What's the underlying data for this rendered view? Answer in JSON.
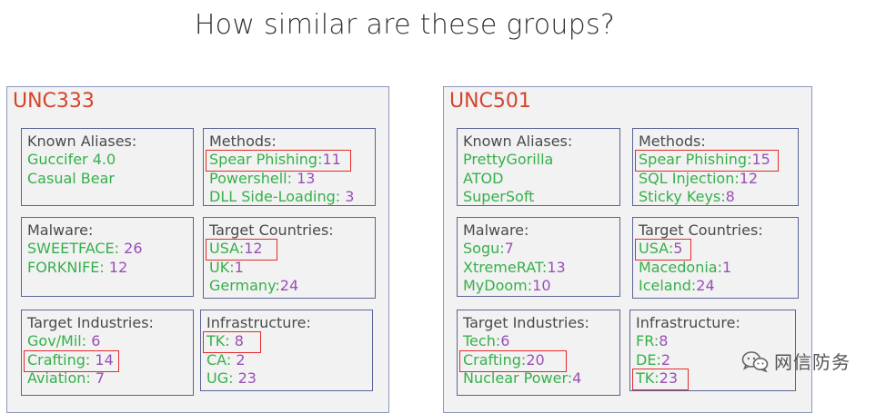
{
  "title": "How similar are these groups?",
  "groups": [
    {
      "name": "UNC333",
      "aliases": {
        "title": "Known Aliases:",
        "items": [
          "Guccifer 4.0",
          "Casual Bear"
        ]
      },
      "methods": {
        "title": "Methods:",
        "items": [
          {
            "name": "Spear Phishing",
            "sep": ":",
            "value": "11"
          },
          {
            "name": "Powershell",
            "sep": ": ",
            "value": "13"
          },
          {
            "name": "DLL Side-Loading",
            "sep": ": ",
            "value": "3"
          }
        ]
      },
      "malware": {
        "title": "Malware:",
        "items": [
          {
            "name": "SWEETFACE",
            "sep": ": ",
            "value": "26"
          },
          {
            "name": "FORKNIFE",
            "sep": ": ",
            "value": "12"
          }
        ]
      },
      "countries": {
        "title": "Target Countries:",
        "items": [
          {
            "name": "USA",
            "sep": ":",
            "value": "12"
          },
          {
            "name": "UK",
            "sep": ":",
            "value": "1"
          },
          {
            "name": "Germany",
            "sep": ":",
            "value": "24"
          }
        ]
      },
      "industries": {
        "title": "Target Industries:",
        "items": [
          {
            "name": "Gov/Mil",
            "sep": ": ",
            "value": "6"
          },
          {
            "name": "Crafting",
            "sep": ": ",
            "value": "14"
          },
          {
            "name": "Aviation",
            "sep": ": ",
            "value": "7"
          }
        ]
      },
      "infrastructure": {
        "title": "Infrastructure:",
        "items": [
          {
            "name": "TK",
            "sep": ": ",
            "value": "8"
          },
          {
            "name": "CA",
            "sep": ": ",
            "value": "2"
          },
          {
            "name": "UG",
            "sep": ": ",
            "value": "23"
          }
        ]
      }
    },
    {
      "name": "UNC501",
      "aliases": {
        "title": "Known Aliases:",
        "items": [
          "PrettyGorilla",
          "ATOD",
          "SuperSoft"
        ]
      },
      "methods": {
        "title": "Methods:",
        "items": [
          {
            "name": "Spear Phishing",
            "sep": ":",
            "value": "15"
          },
          {
            "name": "SQL Injection",
            "sep": ":",
            "value": "12"
          },
          {
            "name": "Sticky Keys",
            "sep": ":",
            "value": "8"
          }
        ]
      },
      "malware": {
        "title": "Malware:",
        "items": [
          {
            "name": "Sogu",
            "sep": ":",
            "value": "7"
          },
          {
            "name": "XtremeRAT",
            "sep": ":",
            "value": "13"
          },
          {
            "name": "MyDoom",
            "sep": ":",
            "value": "10"
          }
        ]
      },
      "countries": {
        "title": "Target Countries:",
        "items": [
          {
            "name": "USA",
            "sep": ":",
            "value": "5"
          },
          {
            "name": "Macedonia",
            "sep": ":",
            "value": "1"
          },
          {
            "name": "Iceland",
            "sep": ":",
            "value": "24"
          }
        ]
      },
      "industries": {
        "title": "Target Industries:",
        "items": [
          {
            "name": "Tech",
            "sep": ":",
            "value": "6"
          },
          {
            "name": "Crafting",
            "sep": ":",
            "value": "20"
          },
          {
            "name": "Nuclear Power",
            "sep": ":",
            "value": "4"
          }
        ]
      },
      "infrastructure": {
        "title": "Infrastructure:",
        "items": [
          {
            "name": "FR",
            "sep": ":",
            "value": "8"
          },
          {
            "name": "DE",
            "sep": ":",
            "value": "2"
          },
          {
            "name": "TK",
            "sep": ":",
            "value": "23"
          }
        ]
      }
    }
  ],
  "watermark": {
    "text": "网信防务",
    "icon": "wechat-icon"
  }
}
